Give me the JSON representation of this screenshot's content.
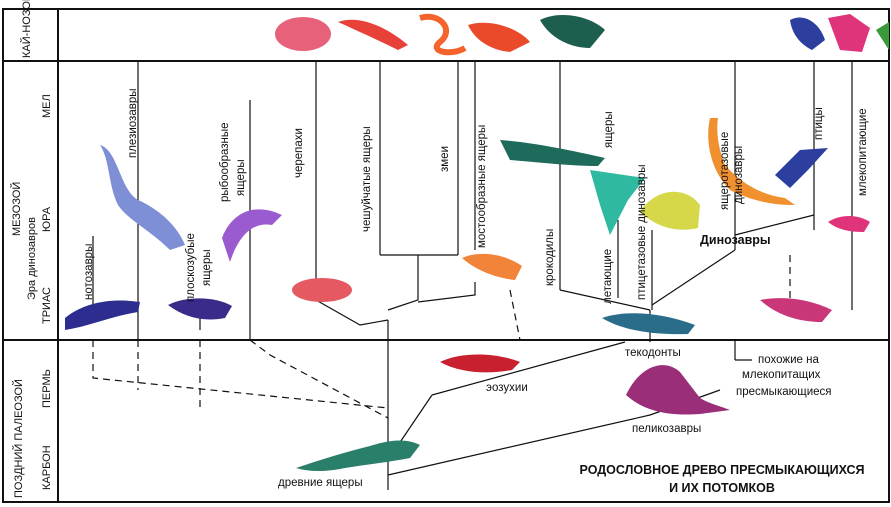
{
  "colors": {
    "line": "#111111",
    "notosaur": "#2c2d8e",
    "plesiosaur": "#7f8fd6",
    "placodont": "#3a2a8a",
    "ichthyosaur": "#9a5bd0",
    "turtle": "#e55a62",
    "squamate": "#f0573a",
    "snake": "#f3632b",
    "rhynchosaur": "#f2843a",
    "crocodile": "#1e6b5c",
    "pterosaur": "#2fb9a0",
    "ornithischian": "#d6d84a",
    "saurischian": "#f0902e",
    "bird": "#2c3f9e",
    "mammal": "#e0347a",
    "therapsid": "#c93779",
    "thecodont": "#2a6d8a",
    "eosuchian": "#c8202e",
    "pelycosaur": "#9a2e78",
    "ancient_reptile": "#2a7f6b"
  },
  "eras": {
    "cenozoic": "КАЙ-НОЗОЙ",
    "mesozoic": "МЕЗОЗОЙ",
    "mesozoic_sub": "Эра динозавров",
    "late_paleozoic": "ПОЗДНИЙ ПАЛЕОЗОЙ"
  },
  "periods": {
    "cretaceous": "МЕЛ",
    "jurassic": "ЮРА",
    "triassic": "ТРИАС",
    "permian": "ПЕРМЬ",
    "carboniferous": "КАРБОН"
  },
  "labels": {
    "notosaurs": "нотозавры",
    "plesiosaurs": "плезиозавры",
    "placodonts_1": "плоскозубые",
    "placodonts_2": "ящеры",
    "ichthyosaurs_1": "рыбообразные",
    "ichthyosaurs_2": "ящеры",
    "turtles": "черепахи",
    "squamates": "чешуйчатые ящеры",
    "snakes": "змеи",
    "rhynchosaurs": "мостообразные ящеры",
    "crocodiles": "крокодилы",
    "pterosaurs_1": "летающие",
    "pterosaurs_2": "ящеры",
    "ornithischians": "птицетазовые динозавры",
    "saurischians_1": "ящеротазовые",
    "saurischians_2": "динозавры",
    "birds": "птицы",
    "mammals": "млекопитающие",
    "dinosaurs": "Динозавры",
    "thecodonts": "текодонты",
    "eosuchians": "эозухии",
    "pelycosaurs": "пеликозавры",
    "therapsids_1": "похожие на",
    "therapsids_2": "млекопитащих",
    "therapsids_3": "пресмыкающиеся",
    "ancient_reptiles": "древние ящеры"
  },
  "title": {
    "line1": "РОДОСЛОВНОЕ ДРЕВО ПРЕСМЫКАЮЩИХСЯ",
    "line2": "И ИХ ПОТОМКОВ"
  }
}
